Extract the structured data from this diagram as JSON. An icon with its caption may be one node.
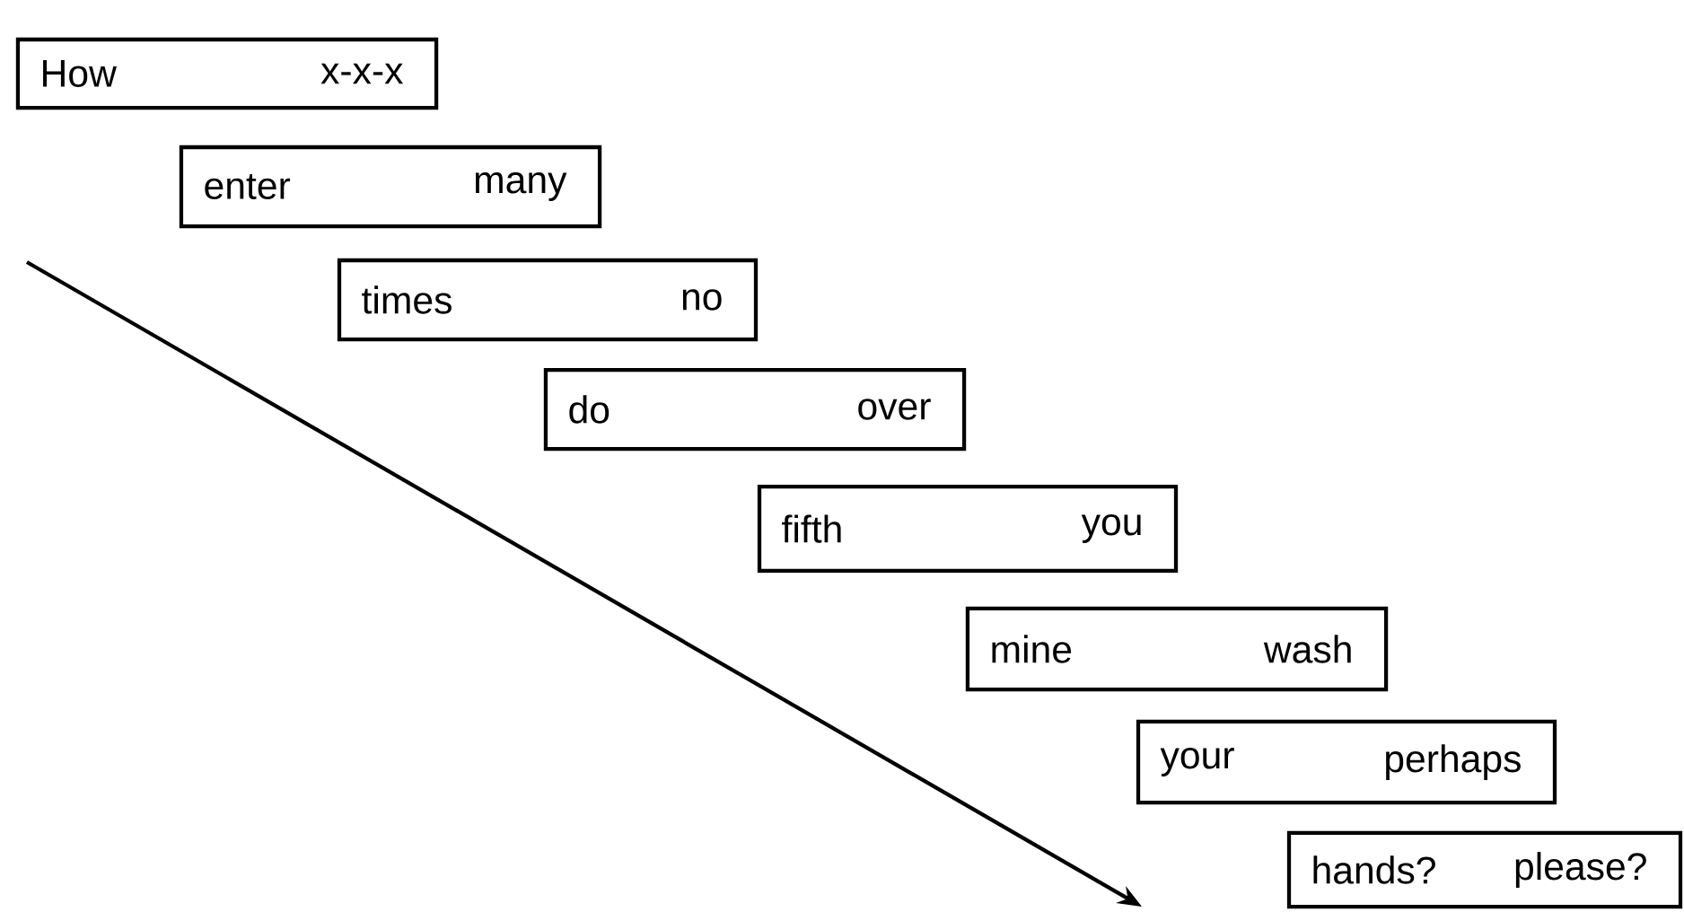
{
  "diagram": {
    "nodes": [
      {
        "text": [
          "How",
          "x-x-x"
        ]
      },
      {
        "text": [
          "enter",
          "many"
        ]
      },
      {
        "text": [
          "times",
          "no"
        ]
      },
      {
        "text": [
          "do",
          "over"
        ]
      },
      {
        "text": [
          "fifth",
          "you"
        ]
      },
      {
        "text": [
          "mine",
          "wash"
        ]
      },
      {
        "text": [
          "your",
          "perhaps"
        ]
      },
      {
        "text": [
          "hands?",
          "please?"
        ]
      }
    ]
  }
}
